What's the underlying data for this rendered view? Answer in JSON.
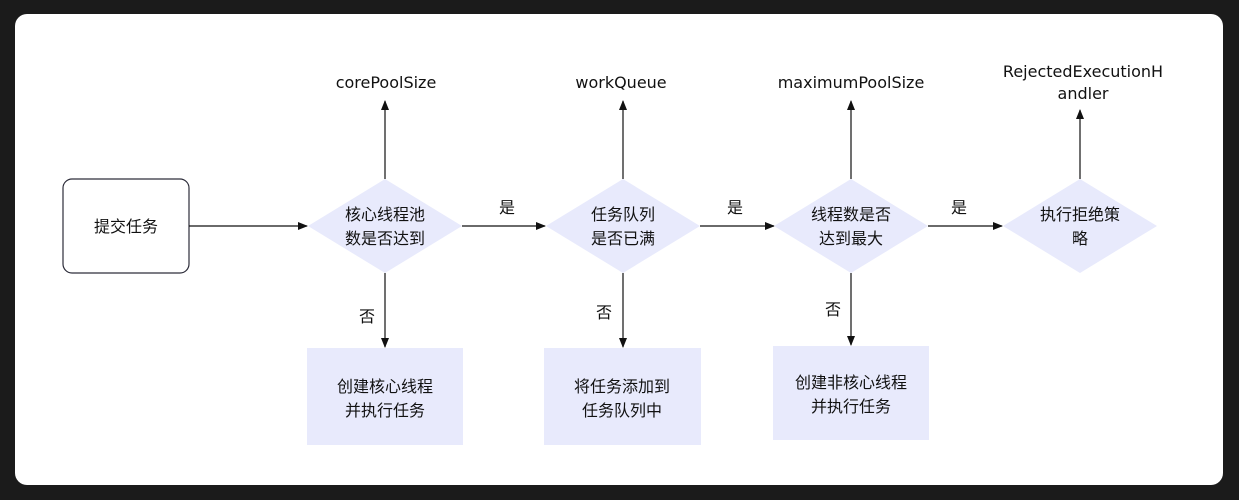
{
  "colors": {
    "background": "#1b1b1b",
    "canvas": "#ffffff",
    "node_fill": "#e8eafc",
    "start_fill": "#ffffff",
    "stroke": "#2d2d3a",
    "arrow": "#111111"
  },
  "start": {
    "label": "提交任务"
  },
  "decisions": [
    {
      "lines": [
        "核心线程池",
        "数是否达到"
      ],
      "param": [
        "corePoolSize"
      ],
      "yes": "是",
      "no": "否"
    },
    {
      "lines": [
        "任务队列",
        "是否已满"
      ],
      "param": [
        "workQueue"
      ],
      "yes": "是",
      "no": "否"
    },
    {
      "lines": [
        "线程数是否",
        "达到最大"
      ],
      "param": [
        "maximumPoolSize"
      ],
      "yes": "是",
      "no": "否"
    },
    {
      "lines": [
        "执行拒绝策",
        "略"
      ],
      "param": [
        "RejectedExecutionH",
        "andler"
      ]
    }
  ],
  "actions": [
    {
      "lines": [
        "创建核心线程",
        "并执行任务"
      ]
    },
    {
      "lines": [
        "将任务添加到",
        "任务队列中"
      ]
    },
    {
      "lines": [
        "创建非核心线程",
        "并执行任务"
      ]
    }
  ]
}
